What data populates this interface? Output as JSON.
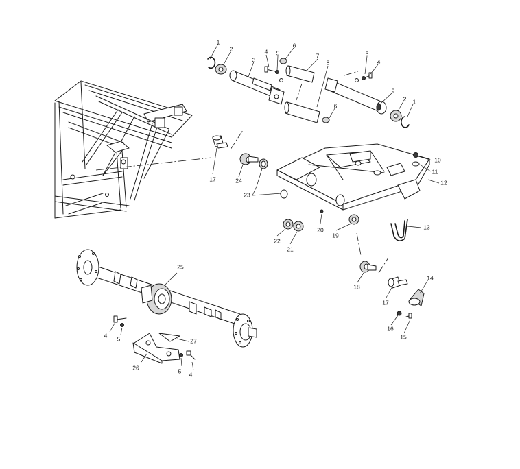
{
  "diagram": {
    "callouts": [
      {
        "id": "c1a",
        "text": "1"
      },
      {
        "id": "c2a",
        "text": "2"
      },
      {
        "id": "c3",
        "text": "3"
      },
      {
        "id": "c4a",
        "text": "4"
      },
      {
        "id": "c5a",
        "text": "5"
      },
      {
        "id": "c6a",
        "text": "6"
      },
      {
        "id": "c7",
        "text": "7"
      },
      {
        "id": "c8",
        "text": "8"
      },
      {
        "id": "c5b",
        "text": "5"
      },
      {
        "id": "c4b",
        "text": "4"
      },
      {
        "id": "c9",
        "text": "9"
      },
      {
        "id": "c2b",
        "text": "2"
      },
      {
        "id": "c1b",
        "text": "1"
      },
      {
        "id": "c6b",
        "text": "6"
      },
      {
        "id": "c10",
        "text": "10"
      },
      {
        "id": "c11",
        "text": "11"
      },
      {
        "id": "c12",
        "text": "12"
      },
      {
        "id": "c13",
        "text": "13"
      },
      {
        "id": "c14",
        "text": "14"
      },
      {
        "id": "c15",
        "text": "15"
      },
      {
        "id": "c16",
        "text": "16"
      },
      {
        "id": "c17a",
        "text": "17"
      },
      {
        "id": "c17b",
        "text": "17"
      },
      {
        "id": "c18",
        "text": "18"
      },
      {
        "id": "c19",
        "text": "19"
      },
      {
        "id": "c20",
        "text": "20"
      },
      {
        "id": "c21",
        "text": "21"
      },
      {
        "id": "c22",
        "text": "22"
      },
      {
        "id": "c23",
        "text": "23"
      },
      {
        "id": "c24",
        "text": "24"
      },
      {
        "id": "c25",
        "text": "25"
      },
      {
        "id": "c26",
        "text": "26"
      },
      {
        "id": "c27",
        "text": "27"
      },
      {
        "id": "c4c",
        "text": "4"
      },
      {
        "id": "c5c",
        "text": "5"
      },
      {
        "id": "c5d",
        "text": "5"
      },
      {
        "id": "c4d",
        "text": "4"
      }
    ]
  }
}
